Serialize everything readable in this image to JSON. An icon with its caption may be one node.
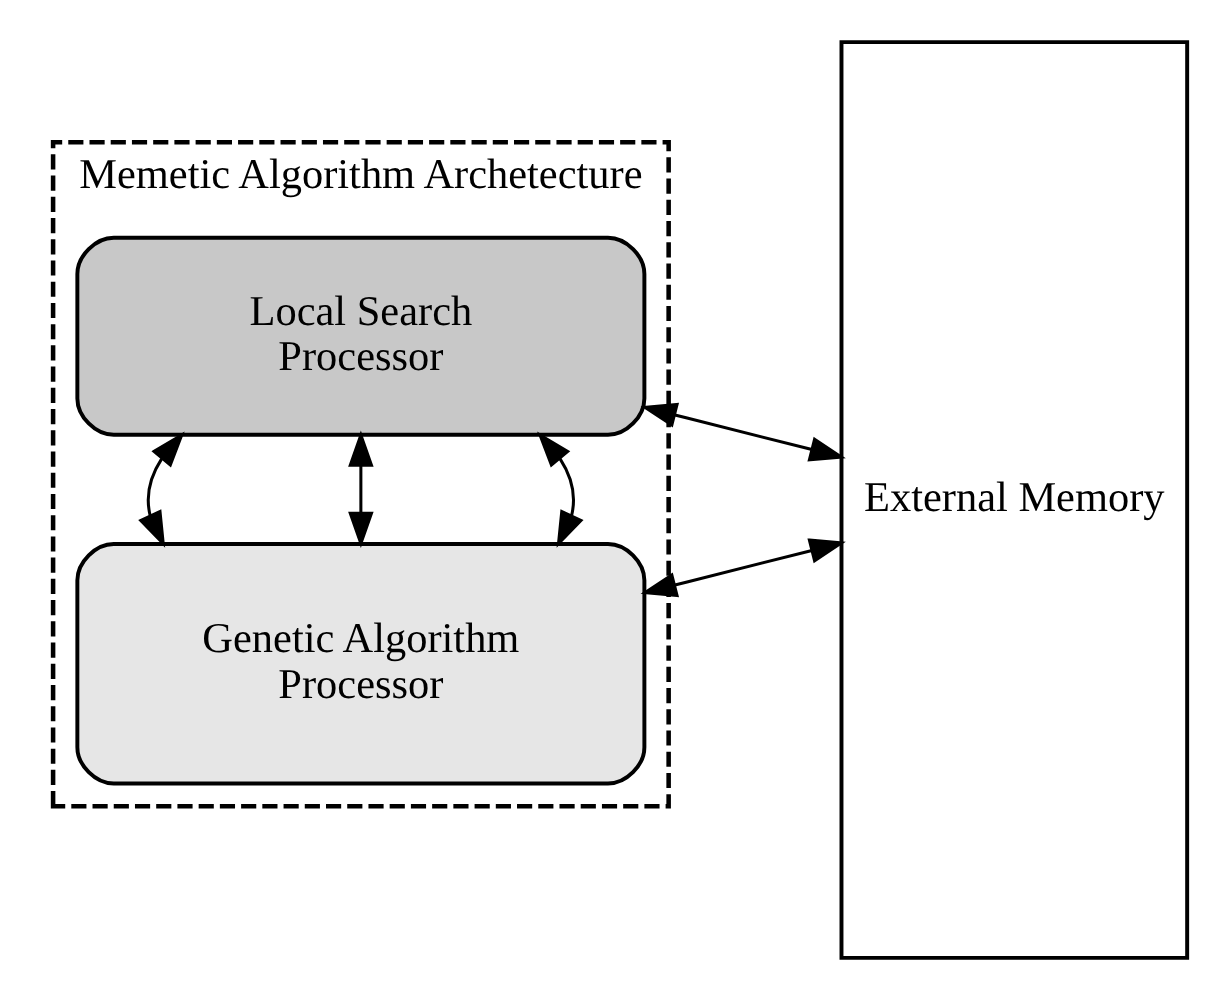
{
  "diagram": {
    "nodes": [
      {
        "text": [
          "Memetic Algorithm Archetecture"
        ]
      },
      {
        "text": [
          "Genetic Algorithm Processor"
        ],
        "in": 0
      },
      {
        "text": [
          "Local Search Processor"
        ],
        "in": 0
      },
      {
        "text": [
          "External Memory"
        ]
      }
    ],
    "edges": [
      {
        "from": 1,
        "to": 2,
        "arrow": "both"
      },
      {
        "from": 1,
        "to": 2,
        "arrow": "both"
      },
      {
        "from": 1,
        "to": 2,
        "arrow": "both"
      },
      {
        "from": 1,
        "to": 3,
        "arrow": "both"
      },
      {
        "from": 2,
        "to": 3,
        "arrow": "both"
      }
    ]
  }
}
